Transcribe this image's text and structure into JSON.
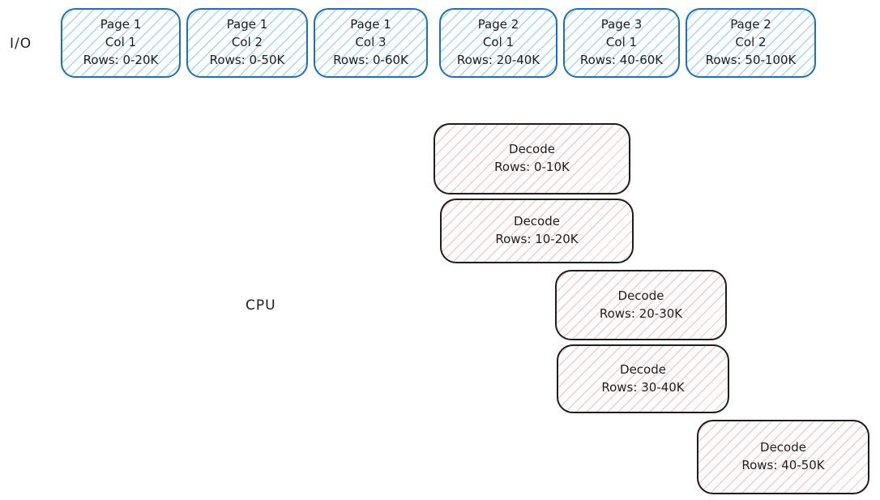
{
  "labels": {
    "io": "I/O",
    "cpu": "CPU"
  },
  "io_boxes": [
    {
      "line1": "Page 1",
      "line2": "Col 1",
      "line3": "Rows: 0-20K"
    },
    {
      "line1": "Page 1",
      "line2": "Col 2",
      "line3": "Rows: 0-50K"
    },
    {
      "line1": "Page 1",
      "line2": "Col 3",
      "line3": "Rows: 0-60K"
    },
    {
      "line1": "Page 2",
      "line2": "Col 1",
      "line3": "Rows: 20-40K"
    },
    {
      "line1": "Page 3",
      "line2": "Col 1",
      "line3": "Rows: 40-60K"
    },
    {
      "line1": "Page 2",
      "line2": "Col 2",
      "line3": "Rows: 50-100K"
    }
  ],
  "cpu_boxes": [
    {
      "line1": "Decode",
      "line2": "Rows: 0-10K"
    },
    {
      "line1": "Decode",
      "line2": "Rows: 10-20K"
    },
    {
      "line1": "Decode",
      "line2": "Rows: 20-30K"
    },
    {
      "line1": "Decode",
      "line2": "Rows: 30-40K"
    },
    {
      "line1": "Decode",
      "line2": "Rows: 40-50K"
    }
  ],
  "colors": {
    "io_stroke": "#1971c2",
    "io_hatch": "#a5d8ff",
    "cpu_stroke": "#1e1e1e",
    "cpu_hatch": "#ffc9c9",
    "text": "#1e1e1e"
  }
}
